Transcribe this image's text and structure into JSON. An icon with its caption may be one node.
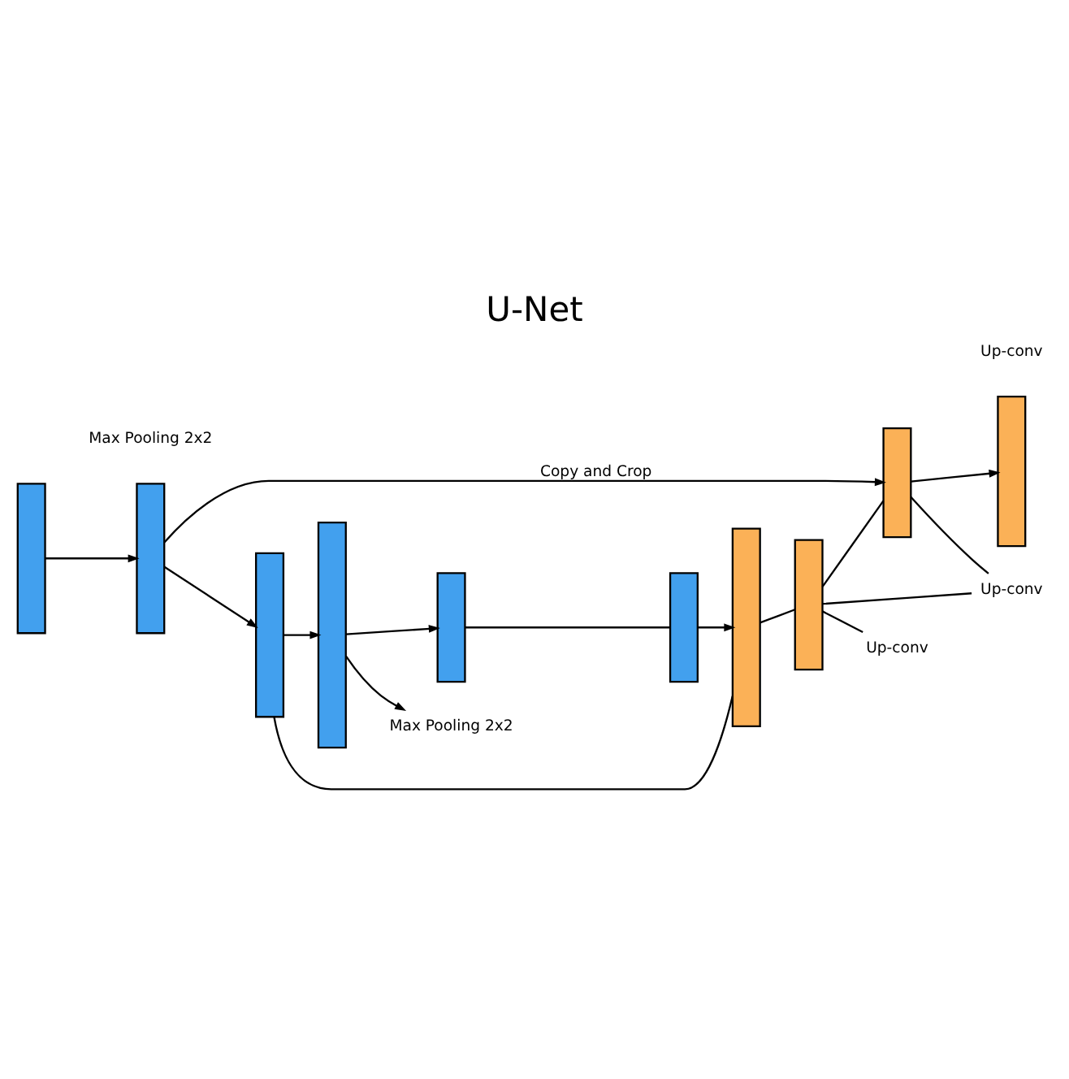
{
  "diagram": {
    "title": "U-Net",
    "nodes": [
      {
        "text": [],
        "shape": "bar"
      },
      {
        "text": [],
        "shape": "bar"
      },
      {
        "text": [],
        "shape": "bar"
      },
      {
        "text": [],
        "shape": "bar"
      },
      {
        "text": [],
        "shape": "bar"
      },
      {
        "text": [],
        "shape": "bar"
      },
      {
        "text": [],
        "shape": "bar"
      },
      {
        "text": [],
        "shape": "bar"
      },
      {
        "text": [],
        "shape": "bar"
      },
      {
        "text": [],
        "shape": "bar"
      },
      {
        "text": [
          "Up-conv"
        ]
      },
      {
        "text": [
          "Up-conv"
        ]
      },
      {
        "text": [
          "Max Pooling 2x2"
        ]
      }
    ],
    "edges": [
      {
        "from": 0,
        "to": 1,
        "arrow": "to"
      },
      {
        "from": 1,
        "to": 2,
        "arrow": "to",
        "label": "Copy and Crop"
      },
      {
        "from": 2,
        "to": 3,
        "arrow": "to"
      },
      {
        "from": 1,
        "to": 4,
        "arrow": "to"
      },
      {
        "from": 4,
        "to": 5,
        "arrow": "to"
      },
      {
        "from": 5,
        "to": 7,
        "arrow": "to"
      },
      {
        "from": 7,
        "to": 8,
        "arrow": "none"
      },
      {
        "from": 8,
        "to": 9,
        "arrow": "to"
      },
      {
        "from": 5,
        "to": 12,
        "arrow": "to"
      },
      {
        "from": 4,
        "to": 9,
        "arrow": "none"
      },
      {
        "from": 9,
        "to": 6,
        "arrow": "none"
      },
      {
        "from": 6,
        "to": 2,
        "arrow": "none"
      },
      {
        "from": 6,
        "to": 10,
        "arrow": "none"
      },
      {
        "from": 2,
        "to": 10,
        "arrow": "none"
      },
      {
        "from": 6,
        "to": 11,
        "arrow": "none"
      }
    ],
    "labels": [
      "Max Pooling 2x2",
      "Up-conv"
    ]
  }
}
